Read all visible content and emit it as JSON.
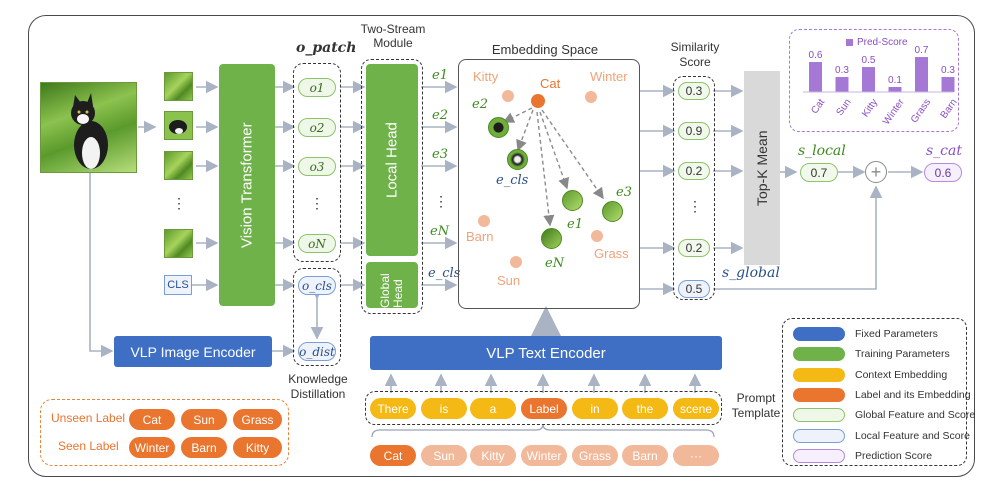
{
  "colors": {
    "green": "#6fb24a",
    "blue": "#3e6fc4",
    "orange": "#e9752f",
    "yellow": "#f4b914",
    "purple": "#a678d6",
    "grey": "#d9d9d9"
  },
  "modules": {
    "vit": "Vision Transformer",
    "local_head": "Local  Head",
    "global_head": "Global Head",
    "vlp_image": "VLP Image Encoder",
    "vlp_text": "VLP Text Encoder",
    "topk": "Top-K Mean",
    "cls": "CLS",
    "two_stream": "Two-Stream Module",
    "embedding_space": "Embedding Space",
    "similarity_score": "Similarity Score",
    "knowledge_distillation": "Knowledge Distillation",
    "prompt_template": "Prompt Template"
  },
  "features": {
    "o_patch": "o_patch",
    "patch_tokens": [
      "o1",
      "o2",
      "o3",
      "⋮",
      "oN"
    ],
    "o_cls": "o_cls",
    "o_dist": "o_dist",
    "e_labels": [
      "e1",
      "e2",
      "e3",
      "⋮",
      "eN",
      "e_cls"
    ],
    "vdots": "⋮"
  },
  "scores": {
    "values": [
      "0.3",
      "0.9",
      "0.2",
      "⋮",
      "0.2",
      "0.5"
    ],
    "s_local_label": "s_local",
    "s_local_value": "0.7",
    "s_global_label": "s_global",
    "s_cat_label": "s_cat",
    "s_cat_value": "0.6",
    "plus": "+"
  },
  "embedding": {
    "labels": [
      "Kitty",
      "Cat",
      "Winter",
      "Barn",
      "Grass",
      "Sun"
    ],
    "e_names": [
      "e2",
      "e_cls",
      "e1",
      "e3",
      "eN"
    ]
  },
  "pred_score": {
    "legend": "Pred-Score",
    "chart_data": {
      "type": "bar",
      "categories": [
        "Cat",
        "Sun",
        "Kitty",
        "Winter",
        "Grass",
        "Barn"
      ],
      "values": [
        0.6,
        0.3,
        0.5,
        0.1,
        0.7,
        0.3
      ],
      "ylim": [
        0,
        0.7
      ]
    }
  },
  "prompt": {
    "tokens": [
      "There",
      "is",
      "a",
      "Label",
      "in",
      "the",
      "scene"
    ],
    "candidates": [
      "Cat",
      "Sun",
      "Kitty",
      "Winter",
      "Grass",
      "Barn",
      "···"
    ]
  },
  "labels_box": {
    "unseen_title": "Unseen Label",
    "seen_title": "Seen Label",
    "unseen": [
      "Cat",
      "Sun",
      "Grass"
    ],
    "seen": [
      "Winter",
      "Barn",
      "Kitty"
    ]
  },
  "legend": [
    {
      "text": "Fixed Parameters",
      "kind": "blue"
    },
    {
      "text": "Training Parameters",
      "kind": "green"
    },
    {
      "text": "Context Embedding",
      "kind": "yellow"
    },
    {
      "text": "Label and its Embedding",
      "kind": "orange"
    },
    {
      "text": "Global Feature and Score",
      "kind": "lightgreen"
    },
    {
      "text": "Local Feature and Score",
      "kind": "lightblue"
    },
    {
      "text": "Prediction Score",
      "kind": "lightpurple"
    }
  ]
}
